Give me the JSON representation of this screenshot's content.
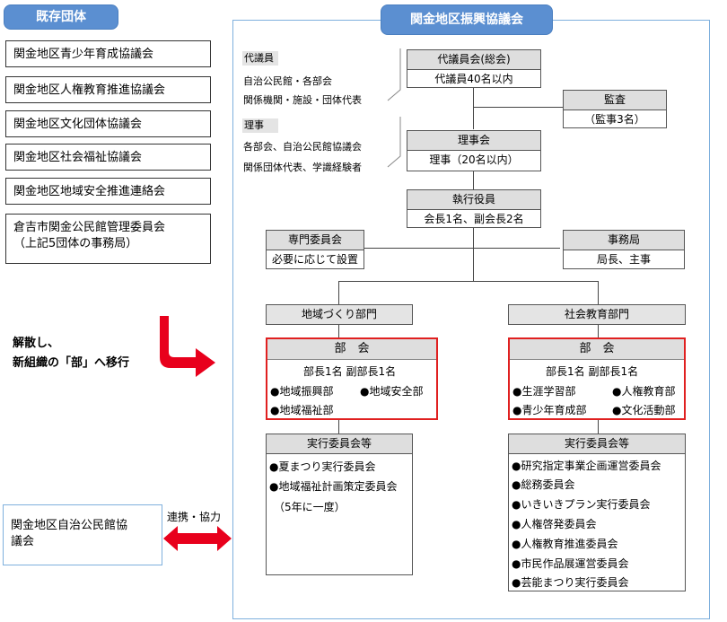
{
  "left": {
    "header": "既存団体",
    "orgs": [
      "関金地区青少年育成協議会",
      "関金地区人権教育推進協議会",
      "関金地区文化団体協議会",
      "関金地区社会福祉協議会",
      "関金地区地域安全推進連絡会"
    ],
    "office_line1": "倉吉市関金公民館管理委員会",
    "office_line2": "（上記5団体の事務局）",
    "dissolve_line1": "解散し、",
    "dissolve_line2": "新組織の「部」へ移行",
    "kominkan_line1": "関金地区自治公民館協",
    "kominkan_line2": "議会",
    "cooperation": "連携・協力"
  },
  "main": {
    "title": "関金地区振興協議会",
    "delegates_note": {
      "label": "代議員",
      "line1": "自治公民館・各部会",
      "line2": "関係機関・施設・団体代表"
    },
    "directors_note": {
      "label": "理事",
      "line1": "各部会、自治公民館協議会",
      "line2": "関係団体代表、学識経験者"
    },
    "general_meeting": {
      "title": "代議員会(総会)",
      "body": "代議員40名以内"
    },
    "audit": {
      "title": "監査",
      "body": "（監事3名）"
    },
    "board": {
      "title": "理事会",
      "body": "理事（20名以内）"
    },
    "executives": {
      "title": "執行役員",
      "body": "会長1名、副会長2名"
    },
    "committee": {
      "title": "専門委員会",
      "body": "必要に応じて設置"
    },
    "secretariat": {
      "title": "事務局",
      "body": "局長、主事"
    },
    "community_dept": {
      "title": "地域づくり部門",
      "bukai_title": "部　会",
      "bukai_heads": "部長1名  副部長1名",
      "bukai_items": [
        "●地域振興部",
        "●地域安全部",
        "●地域福祉部"
      ],
      "exec_title": "実行委員会等",
      "exec_items": [
        "●夏まつり実行委員会",
        "●地域福祉計画策定委員会",
        "（5年に一度）"
      ]
    },
    "education_dept": {
      "title": "社会教育部門",
      "bukai_title": "部　会",
      "bukai_heads": "部長1名  副部長1名",
      "bukai_items": [
        "●生涯学習部",
        "●人権教育部",
        "●青少年育成部",
        "●文化活動部"
      ],
      "exec_title": "実行委員会等",
      "exec_items": [
        "●研究指定事業企画運営委員会",
        "●総務委員会",
        "●いきいきプラン実行委員会",
        "●人権啓発委員会",
        "●人権教育推進委員会",
        "●市民作品展運営委員会",
        "●芸能まつり実行委員会"
      ]
    }
  },
  "colors": {
    "accent_blue": "#5b8fd1",
    "highlight_red": "#e02020",
    "arrow_red": "#e8001c",
    "panel_border": "#7fb0dd"
  }
}
